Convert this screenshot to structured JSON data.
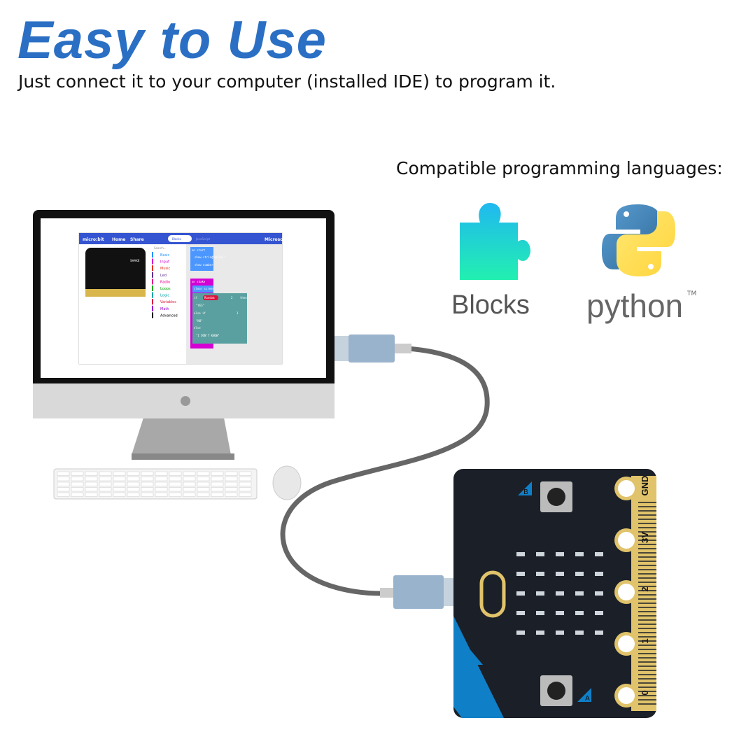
{
  "header": {
    "title": "Easy to Use",
    "subtitle": "Just connect it to your computer (installed IDE) to program it."
  },
  "languages": {
    "heading": "Compatible programming languages:",
    "items": [
      {
        "label": "Blocks",
        "icon": "puzzle-piece-icon"
      },
      {
        "label": "python",
        "trademark": "TM",
        "icon": "python-logo-icon"
      }
    ]
  },
  "screen_app": {
    "logo": "micro:bit",
    "nav": [
      "Home",
      "Share"
    ],
    "tabs": [
      "Blocks",
      "JavaScript"
    ],
    "brand": "Microsoft",
    "search_placeholder": "Search...",
    "categories": [
      {
        "label": "Basic",
        "color": "#1e90ff"
      },
      {
        "label": "Input",
        "color": "#d400d4"
      },
      {
        "label": "Music",
        "color": "#e63022"
      },
      {
        "label": "Led",
        "color": "#5c2d91"
      },
      {
        "label": "Radio",
        "color": "#e3008c"
      },
      {
        "label": "Loops",
        "color": "#00aa00"
      },
      {
        "label": "Logic",
        "color": "#00a4a6"
      },
      {
        "label": "Variables",
        "color": "#dc143c"
      },
      {
        "label": "Math",
        "color": "#9400d3"
      },
      {
        "label": "Advanced",
        "color": "#000000"
      }
    ],
    "simulator_label": "SHAKE",
    "blocks": {
      "on_start": "on start",
      "show_string": "show string",
      "hello": "\"Hello!\"",
      "show_number": "show number",
      "number": "0",
      "on_shake": "on shake",
      "clear_screen": "clear screen",
      "if": "if",
      "random": "Random",
      "eq": "= ▾",
      "two": "2",
      "one": "1",
      "then": "then",
      "else_if": "else if",
      "else": "else",
      "yes": "\"YES\"",
      "no": "\"NO\"",
      "dont_know": "\"I DON'T KNOW\""
    }
  },
  "board": {
    "pins": [
      "GND",
      "3V",
      "2",
      "1",
      "0"
    ],
    "buttons": [
      "B",
      "A"
    ]
  },
  "colors": {
    "title": "#2a6fc4",
    "app_header": "#3454d1",
    "board": "#1b1f27",
    "gold": "#e0c36a",
    "accent_blue": "#0f7fc8",
    "cable": "#666666",
    "plug": "#9ab3cc"
  }
}
